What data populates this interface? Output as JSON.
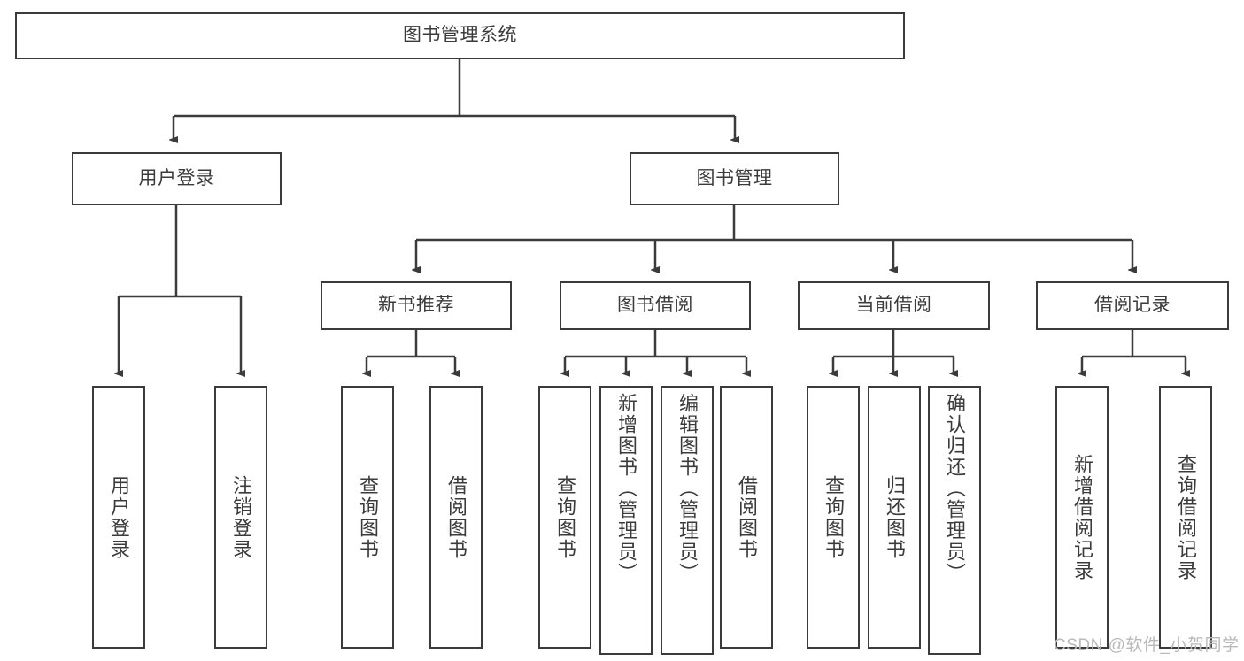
{
  "diagram": {
    "type": "tree-hierarchy-chart",
    "title_node": {
      "id": "root",
      "label": "图书管理系统"
    },
    "level2": [
      {
        "id": "user-login",
        "label": "用户登录"
      },
      {
        "id": "book-management",
        "label": "图书管理"
      }
    ],
    "level3": [
      {
        "id": "new-book-recommend",
        "label": "新书推荐",
        "parent": "book-management"
      },
      {
        "id": "book-borrow",
        "label": "图书借阅",
        "parent": "book-management"
      },
      {
        "id": "current-borrow",
        "label": "当前借阅",
        "parent": "book-management"
      },
      {
        "id": "borrow-record",
        "label": "借阅记录",
        "parent": "book-management"
      }
    ],
    "leaves": {
      "user-login": [
        {
          "id": "leaf-user-login",
          "label": "用户登录"
        },
        {
          "id": "leaf-logout",
          "label": "注销登录"
        }
      ],
      "new-book-recommend": [
        {
          "id": "leaf-query-book-1",
          "label": "查询图书"
        },
        {
          "id": "leaf-borrow-book-1",
          "label": "借阅图书"
        }
      ],
      "book-borrow": [
        {
          "id": "leaf-query-book-2",
          "label": "查询图书"
        },
        {
          "id": "leaf-add-book",
          "label": "新增图书（管理员）"
        },
        {
          "id": "leaf-edit-book",
          "label": "编辑图书（管理员）"
        },
        {
          "id": "leaf-borrow-book-2",
          "label": "借阅图书"
        }
      ],
      "current-borrow": [
        {
          "id": "leaf-query-book-3",
          "label": "查询图书"
        },
        {
          "id": "leaf-return-book",
          "label": "归还图书"
        },
        {
          "id": "leaf-confirm-return",
          "label": "确认归还（管理员）"
        }
      ],
      "borrow-record": [
        {
          "id": "leaf-add-record",
          "label": "新增借阅记录"
        },
        {
          "id": "leaf-query-record",
          "label": "查询借阅记录"
        }
      ]
    }
  },
  "watermark": {
    "text": "CSDN @软件_小贺同学"
  },
  "colors": {
    "stroke": "#3b3b3b",
    "fill": "#ffffff",
    "text": "#3b3b3b",
    "watermark": "#b9b9b9"
  }
}
